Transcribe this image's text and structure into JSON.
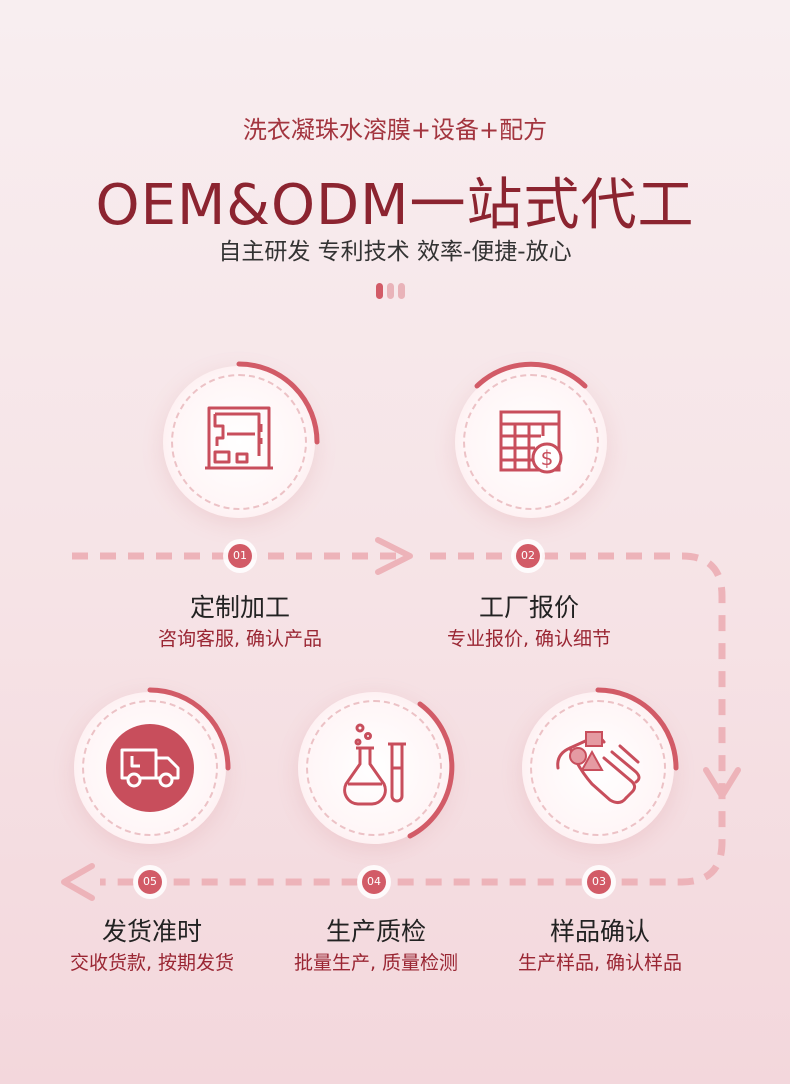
{
  "header": {
    "subtitle": "洗衣凝珠水溶膜+设备+配方",
    "title": "OEM&ODM一站式代工",
    "tagline": "自主研发 专利技术 效率-便捷-放心"
  },
  "colors": {
    "accent": "#d25b67",
    "title": "#8c2430",
    "path": "#edb3b9"
  },
  "steps": [
    {
      "num": "01",
      "title": "定制加工",
      "desc": "咨询客服, 确认产品",
      "icon": "machine-icon"
    },
    {
      "num": "02",
      "title": "工厂报价",
      "desc": "专业报价, 确认细节",
      "icon": "spreadsheet-dollar-icon"
    },
    {
      "num": "03",
      "title": "样品确认",
      "desc": "生产样品, 确认样品",
      "icon": "hand-shapes-icon"
    },
    {
      "num": "04",
      "title": "生产质检",
      "desc": "批量生产, 质量检测",
      "icon": "flask-icon"
    },
    {
      "num": "05",
      "title": "发货准时",
      "desc": "交收货款, 按期发货",
      "icon": "truck-icon"
    }
  ]
}
